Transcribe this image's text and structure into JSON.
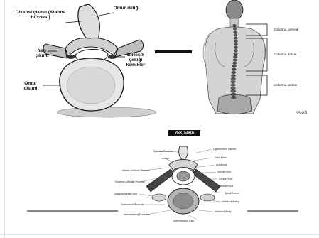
{
  "vertebra_top": {
    "labels": {
      "spinous": "Dikensi çıkıntı (Kudına hüxnesi)",
      "canal": "Omur deliği",
      "transverse": "Yan çıkıntı",
      "articular": "Birleşik çekiği kemikler",
      "body": "Omur cisimi"
    }
  },
  "spine_figure": {
    "labels": {
      "cervical": "Columna cervical",
      "dorsal": "Columna dorsal",
      "lumbar": "Columna lumbar"
    },
    "credit": "KAzAN"
  },
  "cross_section": {
    "title": "VERTEBRA",
    "left_labels": [
      "Spinous Process",
      "Lamina",
      "Inferior Articular Process",
      "Superior Articular Process",
      "Zygapophyseal Joint",
      "Transverse Process",
      "Intervertebral Foramen"
    ],
    "right_labels": [
      "Ligamentum Flavum",
      "Dura Mater",
      "Arachnoid",
      "Spinal Cord",
      "Dorsal Root",
      "Ventral Root",
      "Spinal Nerve",
      "Vertebral Artery",
      "Vertebral Body",
      "Intervertebral Disc"
    ]
  },
  "colors": {
    "line": "#111111",
    "shade": "#bdbdbd",
    "light": "#e6e6e6"
  }
}
